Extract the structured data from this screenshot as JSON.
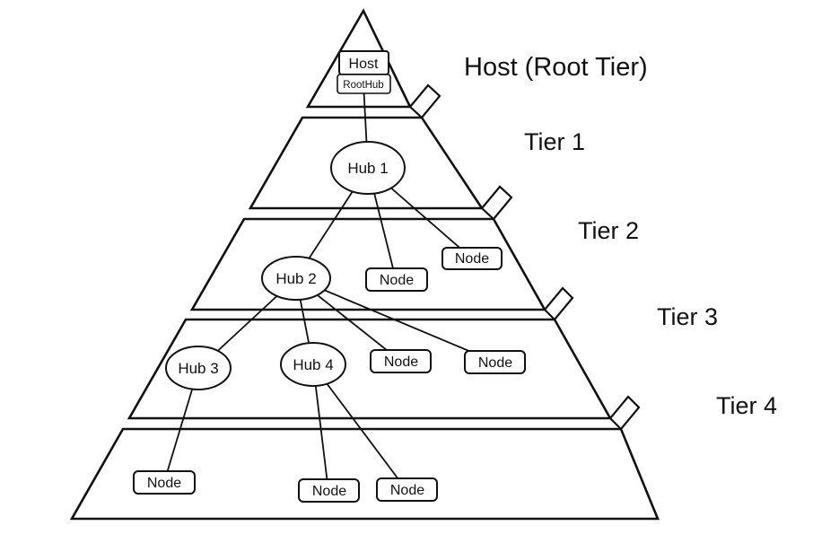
{
  "background": "#ffffff",
  "stroke_color": "#111111",
  "pyramid": {
    "host": {
      "label": "Host",
      "roothub": "RootHub"
    },
    "hubs": [
      {
        "id": "hub1",
        "label": "Hub 1"
      },
      {
        "id": "hub2",
        "label": "Hub 2"
      },
      {
        "id": "hub3",
        "label": "Hub 3"
      },
      {
        "id": "hub4",
        "label": "Hub 4"
      }
    ],
    "nodes": [
      {
        "id": "node-tier2-mid",
        "label": "Node"
      },
      {
        "id": "node-tier2-right",
        "label": "Node"
      },
      {
        "id": "node-tier3-left",
        "label": "Node"
      },
      {
        "id": "node-tier3-right",
        "label": "Node"
      },
      {
        "id": "node-tier4-left",
        "label": "Node"
      },
      {
        "id": "node-tier4-mid",
        "label": "Node"
      },
      {
        "id": "node-tier4-right",
        "label": "Node"
      }
    ],
    "tier_labels": [
      {
        "label": "Host (Root Tier)"
      },
      {
        "label": "Tier 1"
      },
      {
        "label": "Tier 2"
      },
      {
        "label": "Tier 3"
      },
      {
        "label": "Tier 4"
      }
    ],
    "edges": [
      [
        "RootHub",
        "Hub 1"
      ],
      [
        "Hub 1",
        "Hub 2"
      ],
      [
        "Hub 1",
        "Node (Tier 2 mid)"
      ],
      [
        "Hub 1",
        "Node (Tier 2 right)"
      ],
      [
        "Hub 2",
        "Hub 3"
      ],
      [
        "Hub 2",
        "Hub 4"
      ],
      [
        "Hub 2",
        "Node (Tier 3 left)"
      ],
      [
        "Hub 2",
        "Node (Tier 3 right)"
      ],
      [
        "Hub 3",
        "Node (Tier 4 left)"
      ],
      [
        "Hub 4",
        "Node (Tier 4 mid)"
      ],
      [
        "Hub 4",
        "Node (Tier 4 right)"
      ]
    ]
  }
}
